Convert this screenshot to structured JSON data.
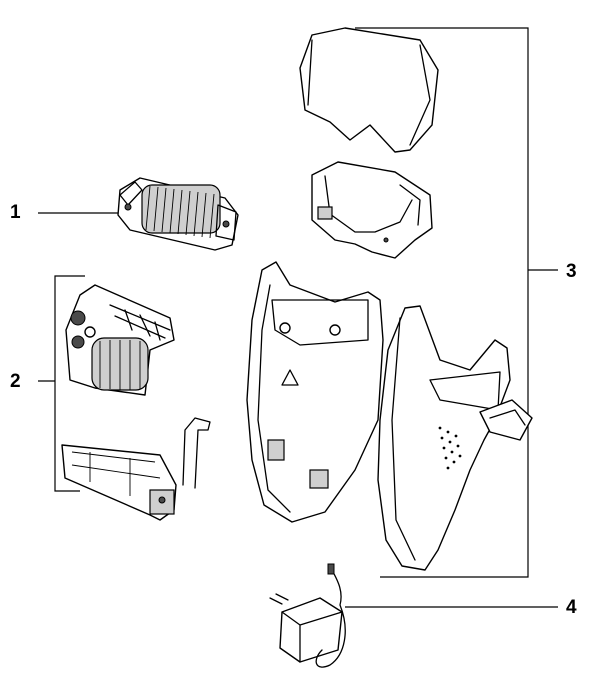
{
  "callouts": {
    "part_1": "1",
    "part_2": "2",
    "part_3": "3",
    "part_4": "4"
  },
  "icons": {
    "motor": "motor-icon",
    "drive_assembly": "drive-assembly-icon",
    "housing": "housing-icon",
    "charger": "charger-icon"
  },
  "colors": {
    "line": "#000000",
    "background": "#ffffff",
    "shade": "#cfcfcf"
  }
}
